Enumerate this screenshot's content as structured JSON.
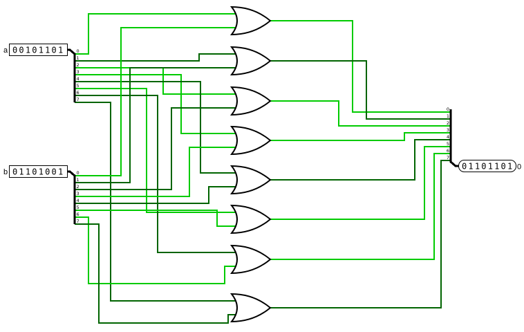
{
  "colors": {
    "wire_high": "#00cb00",
    "wire_low": "#006400",
    "bus": "#000000",
    "gate_stroke": "#000000",
    "canvas_bg": "#ffffff"
  },
  "inputs": {
    "a": {
      "label": "a",
      "value": "00101101"
    },
    "b": {
      "label": "b",
      "value": "01101001"
    }
  },
  "output": {
    "label": "0",
    "value": "01101101"
  },
  "bits": {
    "a": [
      1,
      0,
      1,
      1,
      0,
      1,
      0,
      0
    ],
    "b": [
      1,
      0,
      0,
      1,
      0,
      1,
      1,
      0
    ],
    "out": [
      1,
      0,
      1,
      1,
      0,
      1,
      1,
      0
    ]
  },
  "pins": [
    "0",
    "1",
    "2",
    "3",
    "4",
    "5",
    "6",
    "7"
  ],
  "gates": {
    "type": "OR",
    "count": 8,
    "inputs_per_gate": 2
  }
}
